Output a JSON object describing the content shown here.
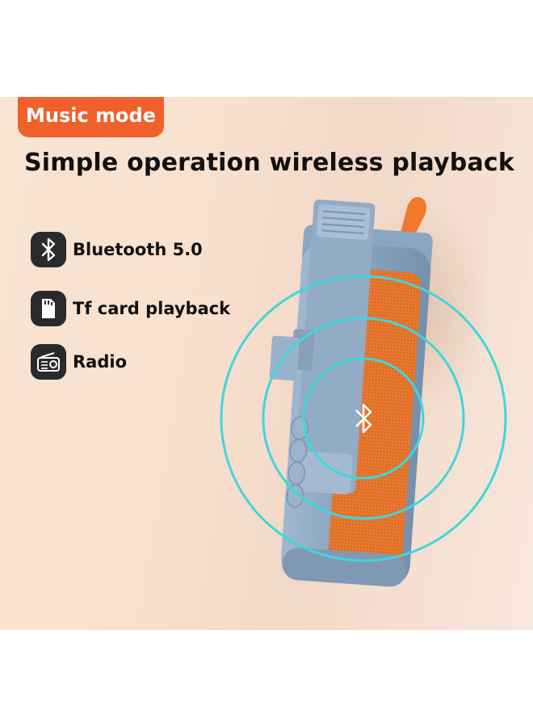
{
  "badge": {
    "label": "Music mode"
  },
  "headline": "Simple operation wireless playback",
  "features": [
    {
      "icon": "bluetooth-icon",
      "label": "Bluetooth 5.0"
    },
    {
      "icon": "sd-card-icon",
      "label": "Tf card playback"
    },
    {
      "icon": "radio-icon",
      "label": "Radio"
    }
  ],
  "colors": {
    "accent": "#f0602a",
    "speaker_body": "#8ea8c2",
    "speaker_grille": "#e8782f",
    "wave_rings": "#3fd6de"
  }
}
